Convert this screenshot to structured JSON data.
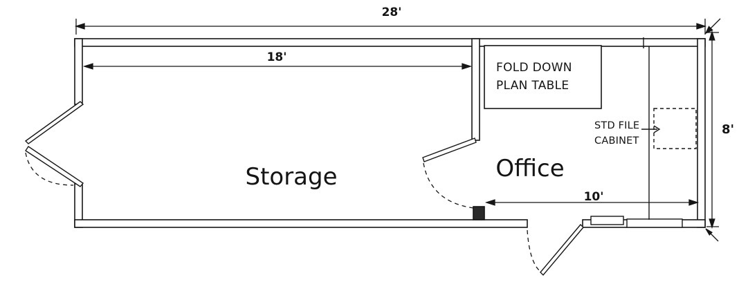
{
  "diagram": {
    "type": "floor-plan",
    "rooms": {
      "storage": "Storage",
      "office": "Office"
    },
    "dimensions": {
      "overall_width": "28'",
      "storage_width": "18'",
      "overall_depth": "8'",
      "office_width": "10'"
    },
    "annotations": {
      "plan_table_line1": "FOLD DOWN",
      "plan_table_line2": "PLAN TABLE",
      "file_cabinet_line1": "STD FILE",
      "file_cabinet_line2": "CABINET"
    },
    "colors": {
      "line": "#161616",
      "background": "#ffffff"
    }
  }
}
